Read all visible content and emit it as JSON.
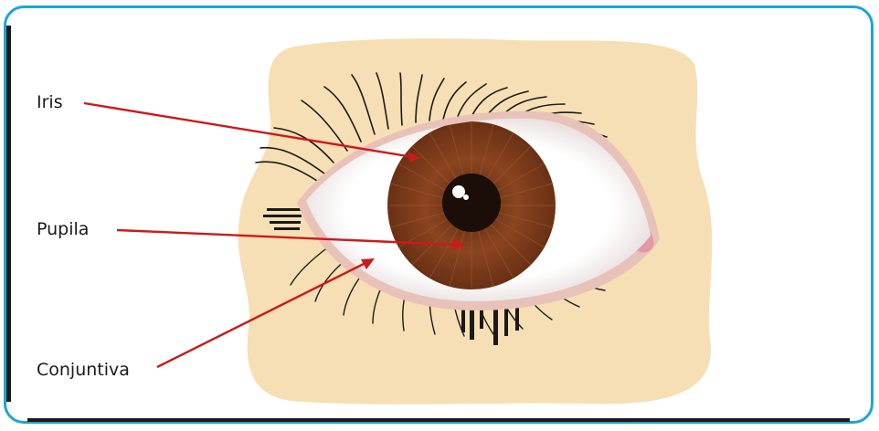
{
  "labels": {
    "iris": "Iris",
    "pupil": "Pupila",
    "conjunctiva": "Conjuntiva"
  },
  "colors": {
    "frame": "#1fa4d6",
    "skin": "#f6dfb4",
    "iris": "#7a3a1b",
    "pupil": "#1b0d07",
    "arrow": "#cc1a1a",
    "sclera": "#ffffff"
  }
}
